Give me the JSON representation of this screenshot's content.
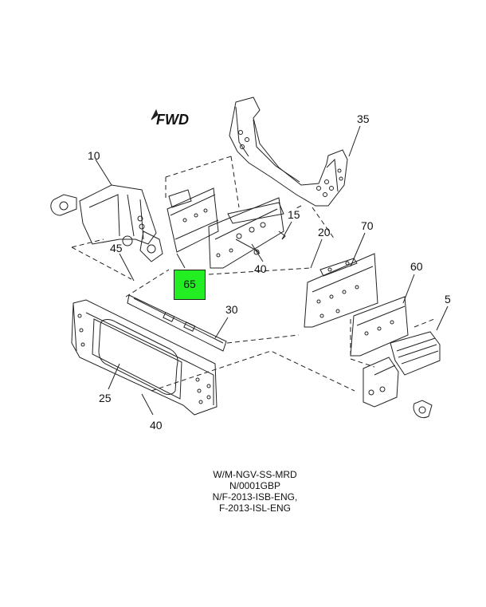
{
  "fwd_label": "FWD",
  "callouts": {
    "c10": "10",
    "c35": "35",
    "c15": "15",
    "c20": "20",
    "c70": "70",
    "c45": "45",
    "c40a": "40",
    "c65": "65",
    "c60": "60",
    "c5": "5",
    "c30": "30",
    "c25": "25",
    "c40b": "40"
  },
  "caption": {
    "line1": "W/M-NGV-SS-MRD",
    "line2": "N/0001GBP",
    "line3": "N/F-2013-ISB-ENG,",
    "line4": "F-2013-ISL-ENG"
  },
  "colors": {
    "highlight": "#22ee22",
    "line": "#222222"
  }
}
